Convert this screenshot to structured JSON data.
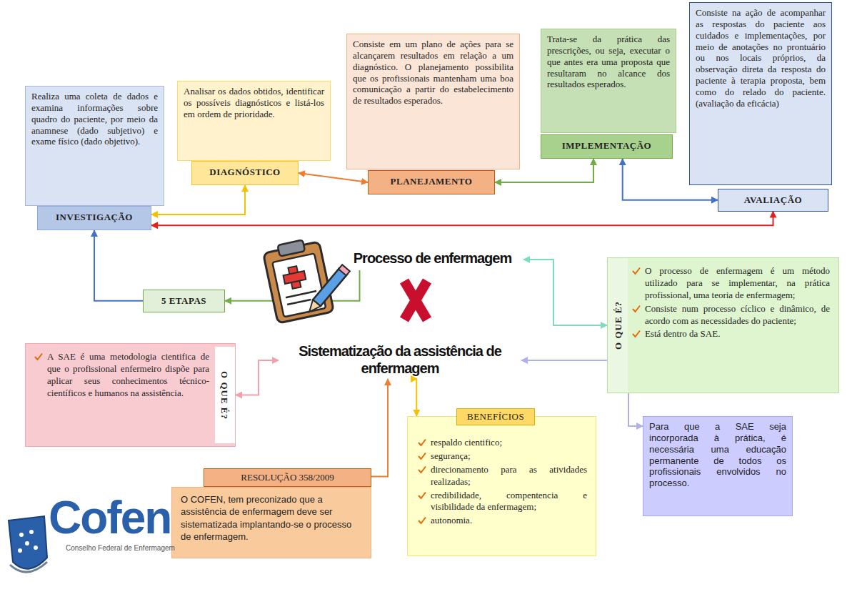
{
  "diagram": {
    "nodes": [
      {
        "text": [
          "Realiza uma coleta de dados e examina informações sobre quadro do paciente, por meio da anamnese (dado subjetivo) e exame físico (dado objetivo)."
        ]
      },
      {
        "text": [
          "INVESTIGAÇÃO"
        ]
      },
      {
        "text": [
          "Analisar os dados obtidos, identificar os possíveis diagnósticos e listá-los em ordem de prioridade."
        ]
      },
      {
        "text": [
          "DIAGNÓSTICO"
        ]
      },
      {
        "text": [
          "Consiste em um plano de ações para se alcançarem resultados em relação a um diagnóstico. O planejamento possibilita que os profissionais mantenham uma boa comunicação a partir do estabelecimento de resultados esperados."
        ]
      },
      {
        "text": [
          "PLANEJAMENTO"
        ]
      },
      {
        "text": [
          "Trata-se da prática das prescrições, ou seja, executar o que antes era uma proposta que resultaram no alcance dos resultados esperados."
        ]
      },
      {
        "text": [
          "IMPLEMENTAÇÃO"
        ]
      },
      {
        "text": [
          "Consiste na ação de acompanhar as respostas do paciente aos cuidados e implementações, por meio de anotações no prontuário ou nos locais próprios, da observação direta da resposta do paciente à terapia proposta, bem como do relado do paciente. (avaliação da eficácia)"
        ]
      },
      {
        "text": [
          "AVALIAÇÃO"
        ]
      },
      {
        "text": [
          "Processo de enfermagem"
        ]
      },
      {
        "text": [
          "5 ETAPAS"
        ]
      },
      {
        "text": [
          "O QUE É?",
          "O processo de enfermagem é um método utilizado para se implementar, na prática profissional, uma teoria de enfermagem;",
          "Consiste num processo cíclico e dinâmico, de acordo com as necessidades do paciente;",
          "Está dentro da SAE."
        ]
      },
      {
        "text": [
          "Sistematização da assistência de enfermagem"
        ]
      },
      {
        "text": [
          "O QUE É?",
          "A SAE é uma metodologia cientifica de que o profissional enfermeiro dispõe para aplicar seus conhecimentos técnico-científicos e humanos na assistência."
        ]
      },
      {
        "text": [
          "BENEFÍCIOS",
          "respaldo cientifico;",
          "segurança;",
          "direcionamento para as atividades realizadas;",
          "credibilidade, compentencia e visibilidade da enfermagem;",
          "autonomia."
        ]
      },
      {
        "text": [
          "Para que a SAE seja incorporada à prática, é necessária uma educação permanente de todos os profissionais envolvidos no processo."
        ]
      },
      {
        "text": [
          "RESOLUÇÃO 358/2009",
          "O COFEN, tem preconizado que a assistência de enfermagem deve ser sistematizada implantando-se o processo de enfermagem."
        ]
      }
    ],
    "edges": [
      {
        "from": 5,
        "to": 3,
        "arrow": "both"
      },
      {
        "from": 7,
        "to": 5,
        "arrow": "both"
      },
      {
        "from": 9,
        "to": 7,
        "arrow": "both"
      },
      {
        "from": 3,
        "to": 1,
        "arrow": "both"
      },
      {
        "from": 9,
        "to": 1,
        "arrow": "both"
      },
      {
        "from": 11,
        "to": 1,
        "arrow": "to"
      },
      {
        "from": 10,
        "to": 11,
        "arrow": "to"
      },
      {
        "from": 12,
        "to": 10,
        "arrow": "both"
      },
      {
        "from": 14,
        "to": 13,
        "arrow": "both"
      },
      {
        "from": 17,
        "to": 13,
        "arrow": "to"
      },
      {
        "from": 15,
        "to": 13,
        "arrow": "both"
      },
      {
        "from": 16,
        "to": 13,
        "arrow": "both"
      }
    ],
    "labels": [
      "Cofen",
      "Conselho Federal de Enfermagem"
    ]
  }
}
